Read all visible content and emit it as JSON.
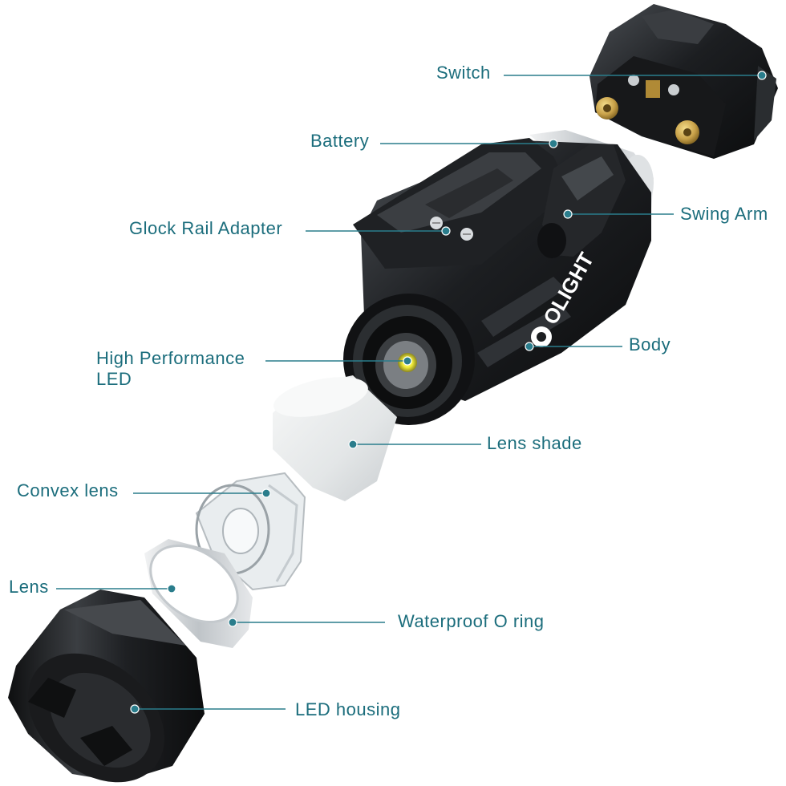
{
  "colors": {
    "label": "#1b6d7c",
    "leader": "#2a7d8c",
    "dot": "#2a7d8c",
    "metal_dark": "#151618",
    "metal_mid": "#2d3034",
    "metal_light": "#55595e",
    "silver": "#cfd3d6",
    "glass": "#eef1f2",
    "brass": "#c9a24a",
    "led": "#f2ee3a"
  },
  "brand": {
    "logo_text": "OLIGHT"
  },
  "parts": [
    {
      "id": "switch",
      "label": "Switch"
    },
    {
      "id": "battery",
      "label": "Battery"
    },
    {
      "id": "swing-arm",
      "label": "Swing Arm"
    },
    {
      "id": "glock-rail-adapter",
      "label": "Glock Rail Adapter"
    },
    {
      "id": "high-performance-led",
      "label_line1": "High Performance",
      "label_line2": "LED"
    },
    {
      "id": "body",
      "label": "Body"
    },
    {
      "id": "lens-shade",
      "label": "Lens shade"
    },
    {
      "id": "convex-lens",
      "label": "Convex lens"
    },
    {
      "id": "lens",
      "label": "Lens"
    },
    {
      "id": "waterproof-o-ring",
      "label": "Waterproof O ring"
    },
    {
      "id": "led-housing",
      "label": "LED housing"
    }
  ]
}
